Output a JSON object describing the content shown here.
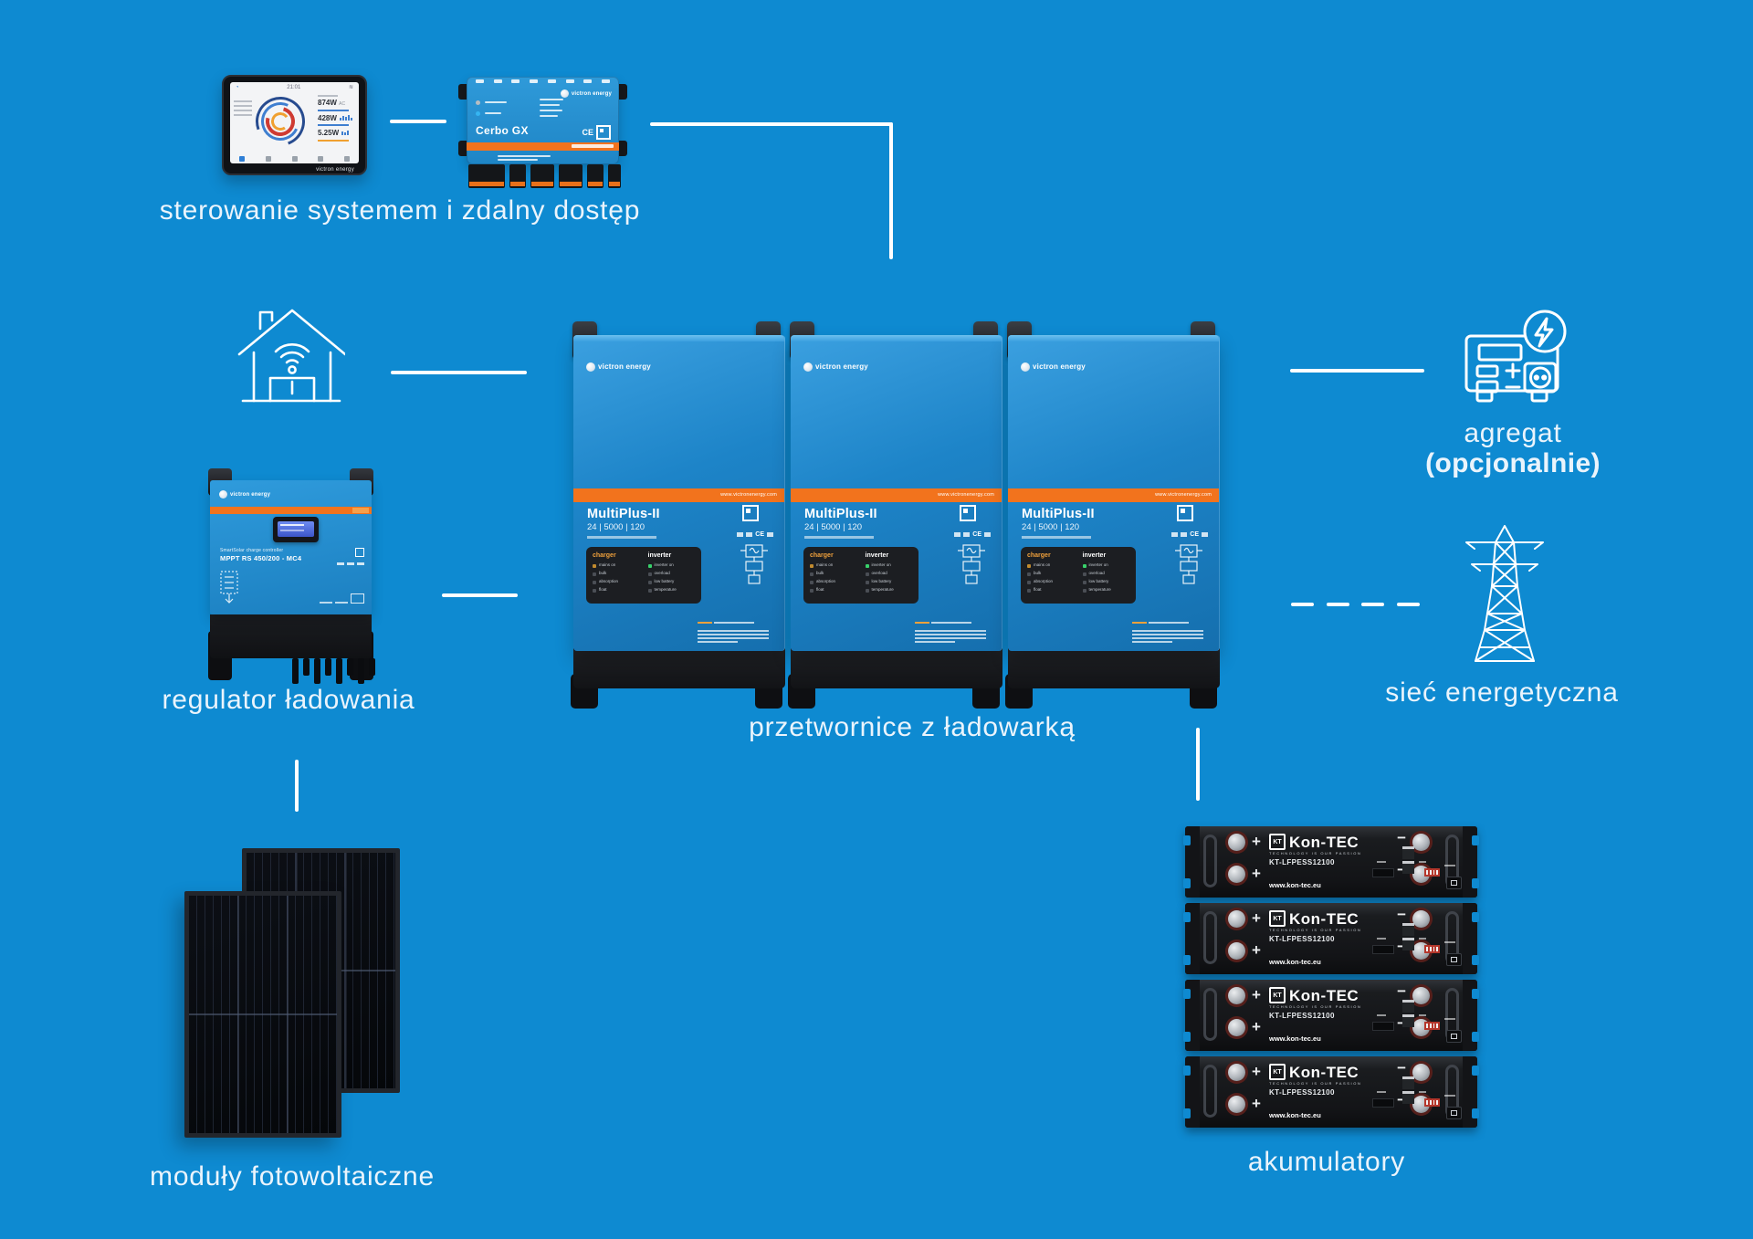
{
  "colors": {
    "background": "#0E8AD1",
    "accent_orange": "#F2731D",
    "led_green": "#38D06A",
    "wire_white": "#FFFFFF"
  },
  "captions": {
    "control": "sterowanie systemem i zdalny dostęp",
    "charge_controller": "regulator ładowania",
    "inverters": "przetwornice z ładowarką",
    "pv_modules": "moduły fotowoltaiczne",
    "batteries": "akumulatory",
    "generator": "agregat",
    "generator_note": "(opcjonalnie)",
    "grid": "sieć energetyczna"
  },
  "gx_touch": {
    "time": "21:01",
    "consumption": "874W",
    "solar": "428W",
    "aux": "5.25W",
    "brand": "victron energy"
  },
  "cerbo": {
    "model": "Cerbo GX",
    "brand": "victron energy",
    "ce_mark": "CE"
  },
  "mppt": {
    "brand": "victron energy",
    "product_line": "SmartSolar charge controller",
    "model": "MPPT RS 450/200 - MC4"
  },
  "multiplus": {
    "count": 3,
    "brand": "victron energy",
    "model": "MultiPlus-II",
    "spec": "24 | 5000 | 120",
    "website": "www.victronenergy.com",
    "ce_mark": "CE",
    "led_panel": {
      "col1": "charger",
      "col2": "inverter",
      "charger_leds": [
        "mains on",
        "bulk",
        "absorption",
        "float"
      ],
      "inverter_leds": [
        "inverter on",
        "overload",
        "low battery",
        "temperature"
      ]
    }
  },
  "battery": {
    "count": 4,
    "logo_short": "KT",
    "brand": "Kon-TEC",
    "tagline": "TECHNOLOGY IS OUR PASSION",
    "model": "KT-LFPESS12100",
    "website": "www.kon-tec.eu"
  }
}
